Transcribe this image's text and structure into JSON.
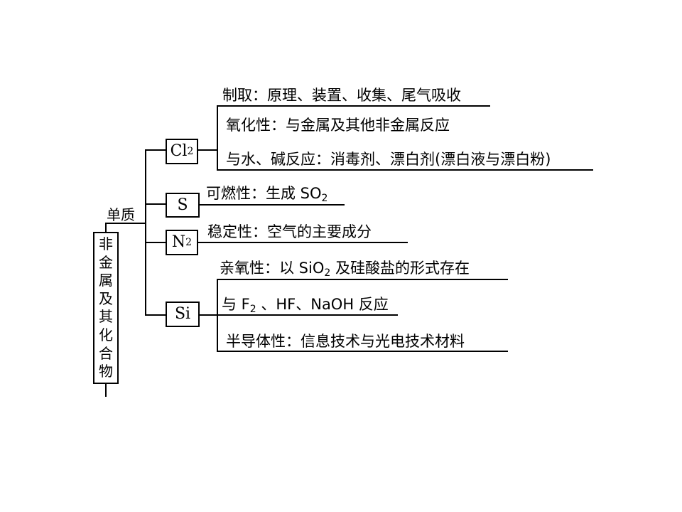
{
  "root": {
    "vertical_label": "非金属及其化合物",
    "top_marker": "-",
    "bottom_marker": "-"
  },
  "branch": {
    "label": "单质"
  },
  "nodes": {
    "cl2": {
      "symbol": "Cl",
      "subscript": "2",
      "items": [
        "制取：原理、装置、收集、尾气吸收",
        "氧化性：与金属及其他非金属反应",
        "与水、碱反应：消毒剂、漂白剂(漂白液与漂白粉)"
      ]
    },
    "s": {
      "symbol": "S",
      "subscript": "",
      "items": [
        {
          "prefix": "可燃性：生成 SO",
          "sub": "2",
          "suffix": ""
        }
      ]
    },
    "n2": {
      "symbol": "N",
      "subscript": "2",
      "items": [
        "稳定性：空气的主要成分"
      ]
    },
    "si": {
      "symbol": "Si",
      "subscript": "",
      "items": [
        {
          "prefix": "亲氧性：以 SiO",
          "sub": "2",
          "suffix": " 及硅酸盐的形式存在"
        },
        {
          "prefix": "与 F",
          "sub": "2",
          "suffix": " 、HF、NaOH 反应"
        },
        "半导体性：信息技术与光电技术材料"
      ]
    }
  }
}
